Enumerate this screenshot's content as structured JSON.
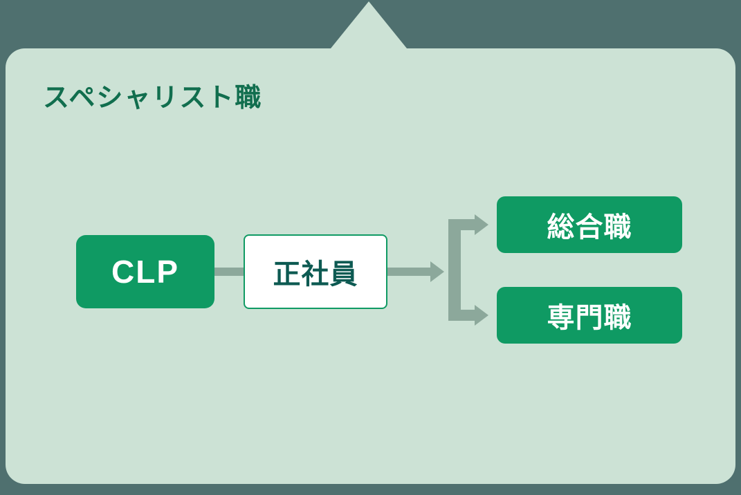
{
  "panel": {
    "title": "スペシャリスト職"
  },
  "flow": {
    "start": {
      "label": "CLP"
    },
    "middle": {
      "label": "正社員"
    },
    "branches": [
      {
        "label": "総合職"
      },
      {
        "label": "専門職"
      }
    ]
  },
  "colors": {
    "frame_bar": "#4f706f",
    "panel_bg": "#cce2d5",
    "node_green": "#0f9a63",
    "arrow": "#8ca89b",
    "title_text": "#116e4e",
    "middle_text": "#0d5a52",
    "node_text": "#ffffff",
    "middle_bg": "#ffffff"
  }
}
